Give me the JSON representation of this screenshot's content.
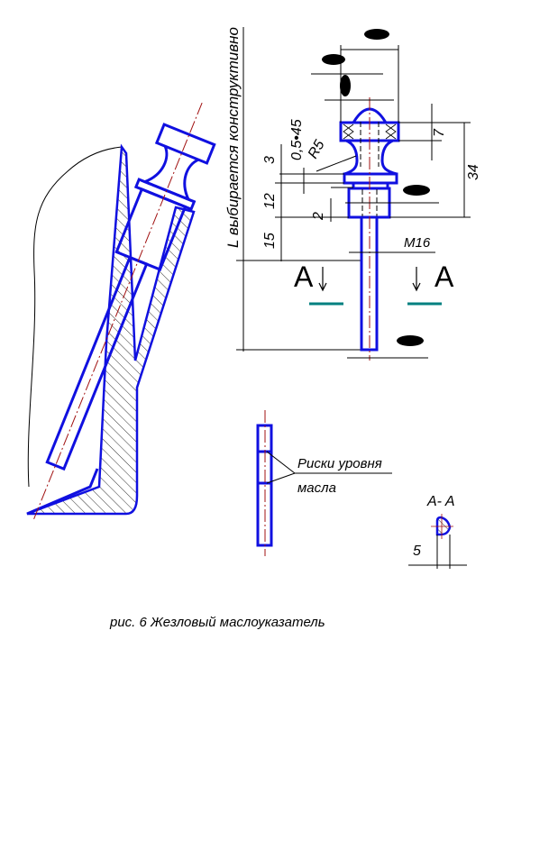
{
  "drawing": {
    "length_note": "L выбирается конструктивно",
    "chamfer": "0,5•45",
    "radius": "R5",
    "dims": {
      "d3": "3",
      "d12": "12",
      "d2": "2",
      "d15": "15",
      "d7": "7",
      "d34": "34",
      "thread": "M16",
      "section_width": "5"
    },
    "section_marker": "A",
    "section_title": "A- A",
    "leader_note_line1": "Риски уровня",
    "leader_note_line2": "масла",
    "caption": "рис. 6   Жезловый маслоуказатель"
  },
  "colors": {
    "outline": "#1010e0",
    "centerline": "#a01010",
    "section_mark": "#008080"
  }
}
